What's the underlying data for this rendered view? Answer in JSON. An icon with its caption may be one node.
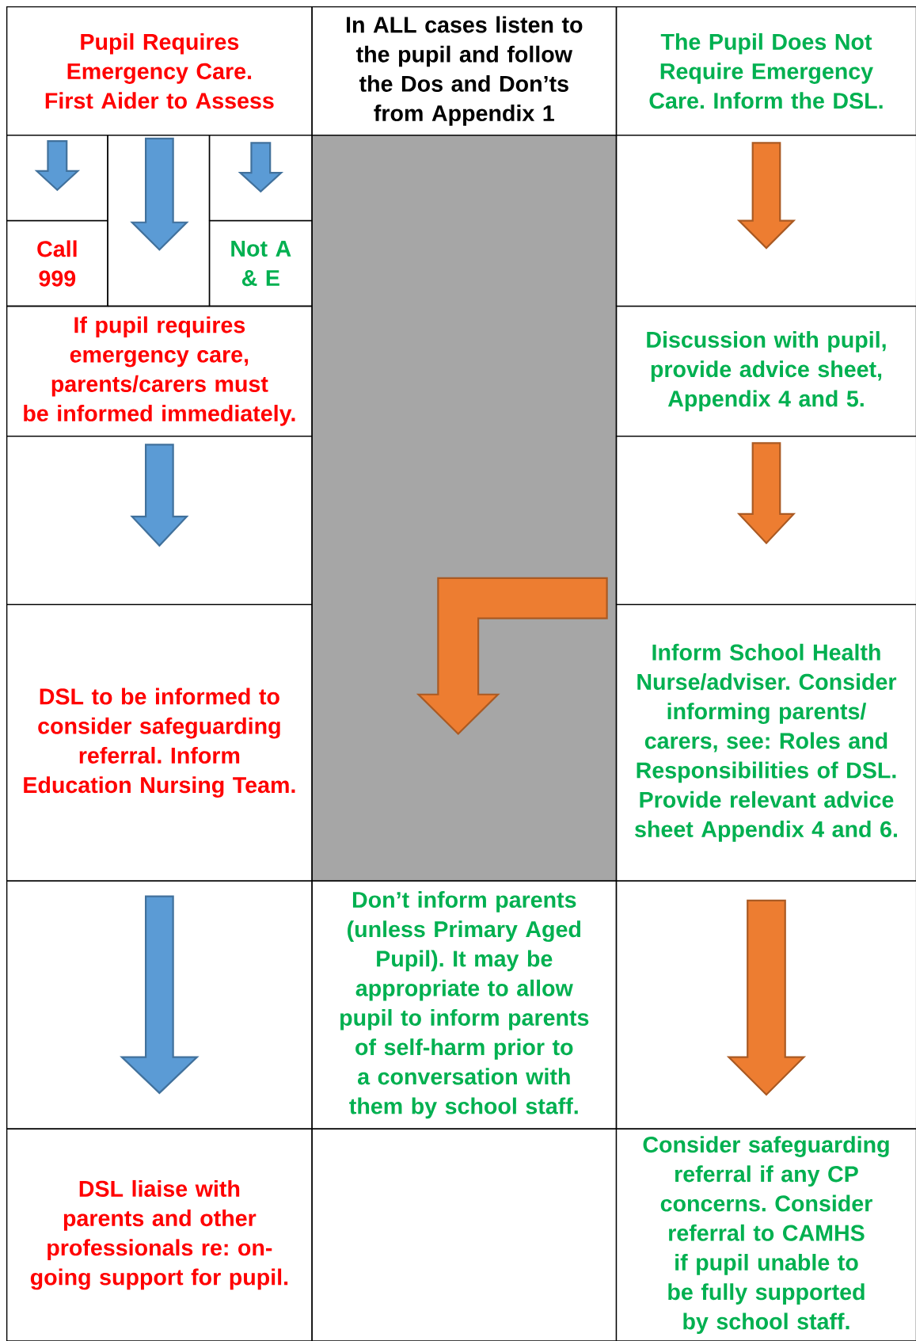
{
  "diagram": {
    "nodes": [
      {
        "text": [
          "Pupil Requires Emergency Care. First Aider to Assess"
        ]
      },
      {
        "text": [
          "In ALL cases listen to the pupil and follow the Dos and Don’ts from Appendix 1"
        ]
      },
      {
        "text": [
          "The Pupil Does Not Require Emergency Care. Inform the DSL."
        ]
      },
      {
        "text": [
          "Call 999"
        ]
      },
      {
        "text": [
          "Not A & E"
        ]
      },
      {
        "text": [
          "If pupil requires emergency care, parents/carers must be informed immediately."
        ]
      },
      {
        "text": [
          "Discussion with pupil, provide advice sheet, Appendix 4 and 5."
        ]
      },
      {
        "text": [
          "DSL to be informed to consider safeguarding referral. Inform Education Nursing Team."
        ]
      },
      {
        "text": [
          "Inform School Health Nurse/adviser. Consider informing parents/ carers, see: Roles and Responsibilities of DSL. Provide relevant advice sheet Appendix 4 and 6."
        ]
      },
      {
        "text": [
          "Don’t inform parents (unless Primary Aged Pupil). It may be appropriate to allow pupil to inform parents of self-harm prior to a conversation with them by school staff."
        ]
      },
      {
        "text": [
          "DSL liaise with parents and other professionals re: on-going support for pupil."
        ]
      },
      {
        "text": [
          "Consider safeguarding referral if any CP concerns. Consider referral to CAMHS if pupil unable to be fully supported by school staff."
        ]
      }
    ],
    "edges": [
      {
        "from": 0,
        "to": 3,
        "arrow": "to"
      },
      {
        "from": 0,
        "to": 5,
        "arrow": "to"
      },
      {
        "from": 0,
        "to": 4,
        "arrow": "to"
      },
      {
        "from": 5,
        "to": 7,
        "arrow": "to"
      },
      {
        "from": 7,
        "to": 10,
        "arrow": "to"
      },
      {
        "from": 2,
        "to": 6,
        "arrow": "to",
        "color": "#ed7d31"
      },
      {
        "from": 6,
        "to": 8,
        "arrow": "to",
        "color": "#ed7d31"
      },
      {
        "from": 8,
        "to": 11,
        "arrow": "to",
        "color": "#ed7d31"
      },
      {
        "from": 8,
        "to": null,
        "arrow": "to",
        "color": "#ed7d31"
      }
    ]
  }
}
